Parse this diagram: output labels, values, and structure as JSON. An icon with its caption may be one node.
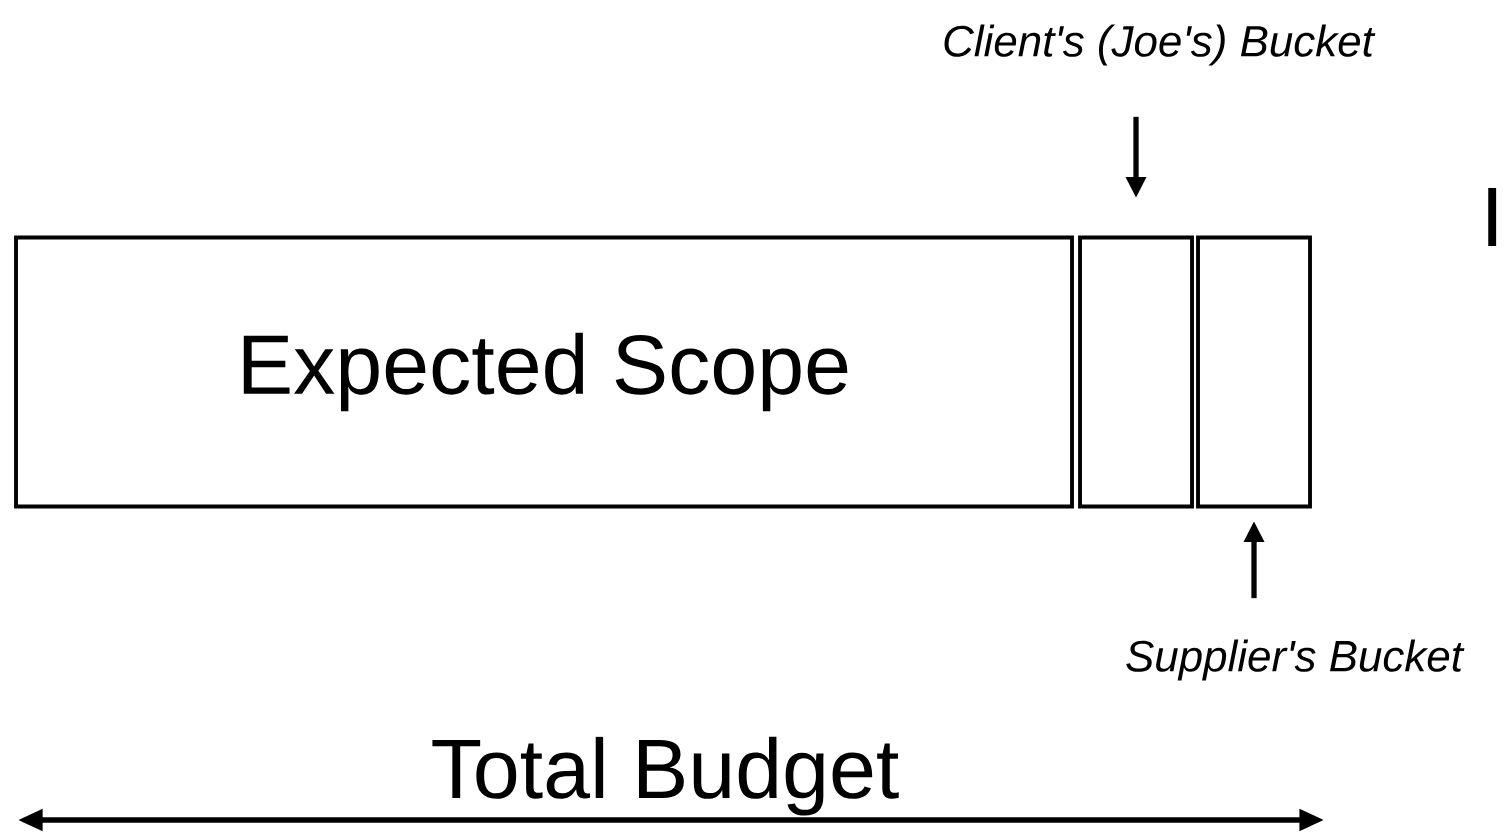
{
  "diagram": {
    "nodes": [
      {
        "text": [
          "Client's (Joe's) Bucket"
        ]
      },
      {
        "text": [
          "Expected Scope"
        ]
      },
      {
        "text": [],
        "shape": "box"
      },
      {
        "text": [],
        "shape": "box"
      },
      {
        "text": [
          "Supplier's Bucket"
        ]
      }
    ],
    "edges": [
      {
        "from": 0,
        "to": 2,
        "arrow": "to"
      },
      {
        "from": 4,
        "to": 3,
        "arrow": "to"
      }
    ],
    "labels": [
      "Total Budget",
      "I"
    ]
  }
}
